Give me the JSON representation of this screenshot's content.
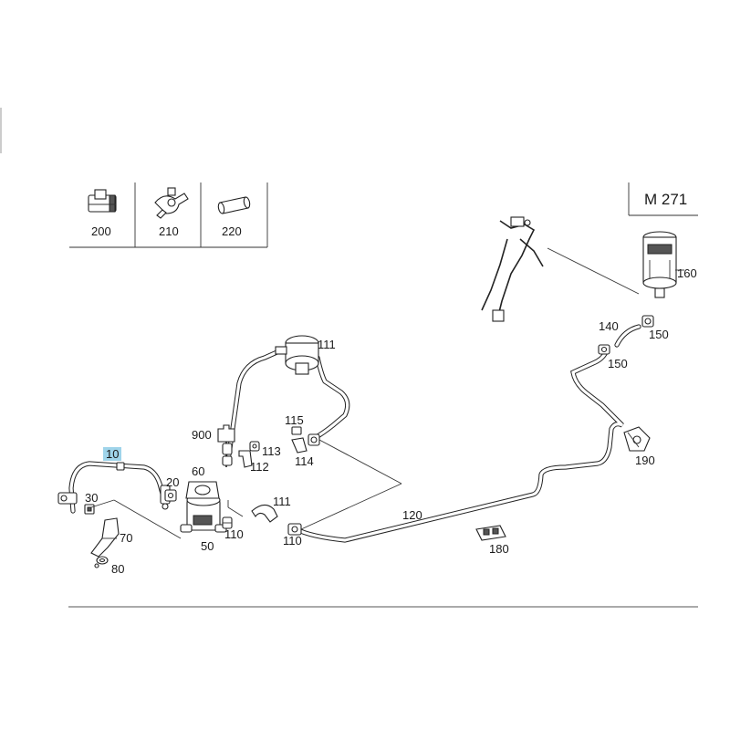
{
  "model": "M 271",
  "legend": [
    {
      "label": "200",
      "icon": "clip-bracket-icon"
    },
    {
      "label": "210",
      "icon": "hose-connector-icon"
    },
    {
      "label": "220",
      "icon": "sleeve-icon"
    }
  ],
  "callouts": {
    "c10": "10",
    "c20": "20",
    "c30": "30",
    "c50": "50",
    "c60": "60",
    "c70": "70",
    "c80": "80",
    "c900": "900",
    "c111a": "111",
    "c111b": "111",
    "c113": "113",
    "c112": "112",
    "c115": "115",
    "c114": "114",
    "c110a": "110",
    "c110b": "110",
    "c120": "120",
    "c140": "140",
    "c150a": "150",
    "c150b": "150",
    "c160": "160",
    "c180": "180",
    "c190": "190"
  },
  "highlight_color": "#9fd4ea",
  "highlighted_callout": "10"
}
